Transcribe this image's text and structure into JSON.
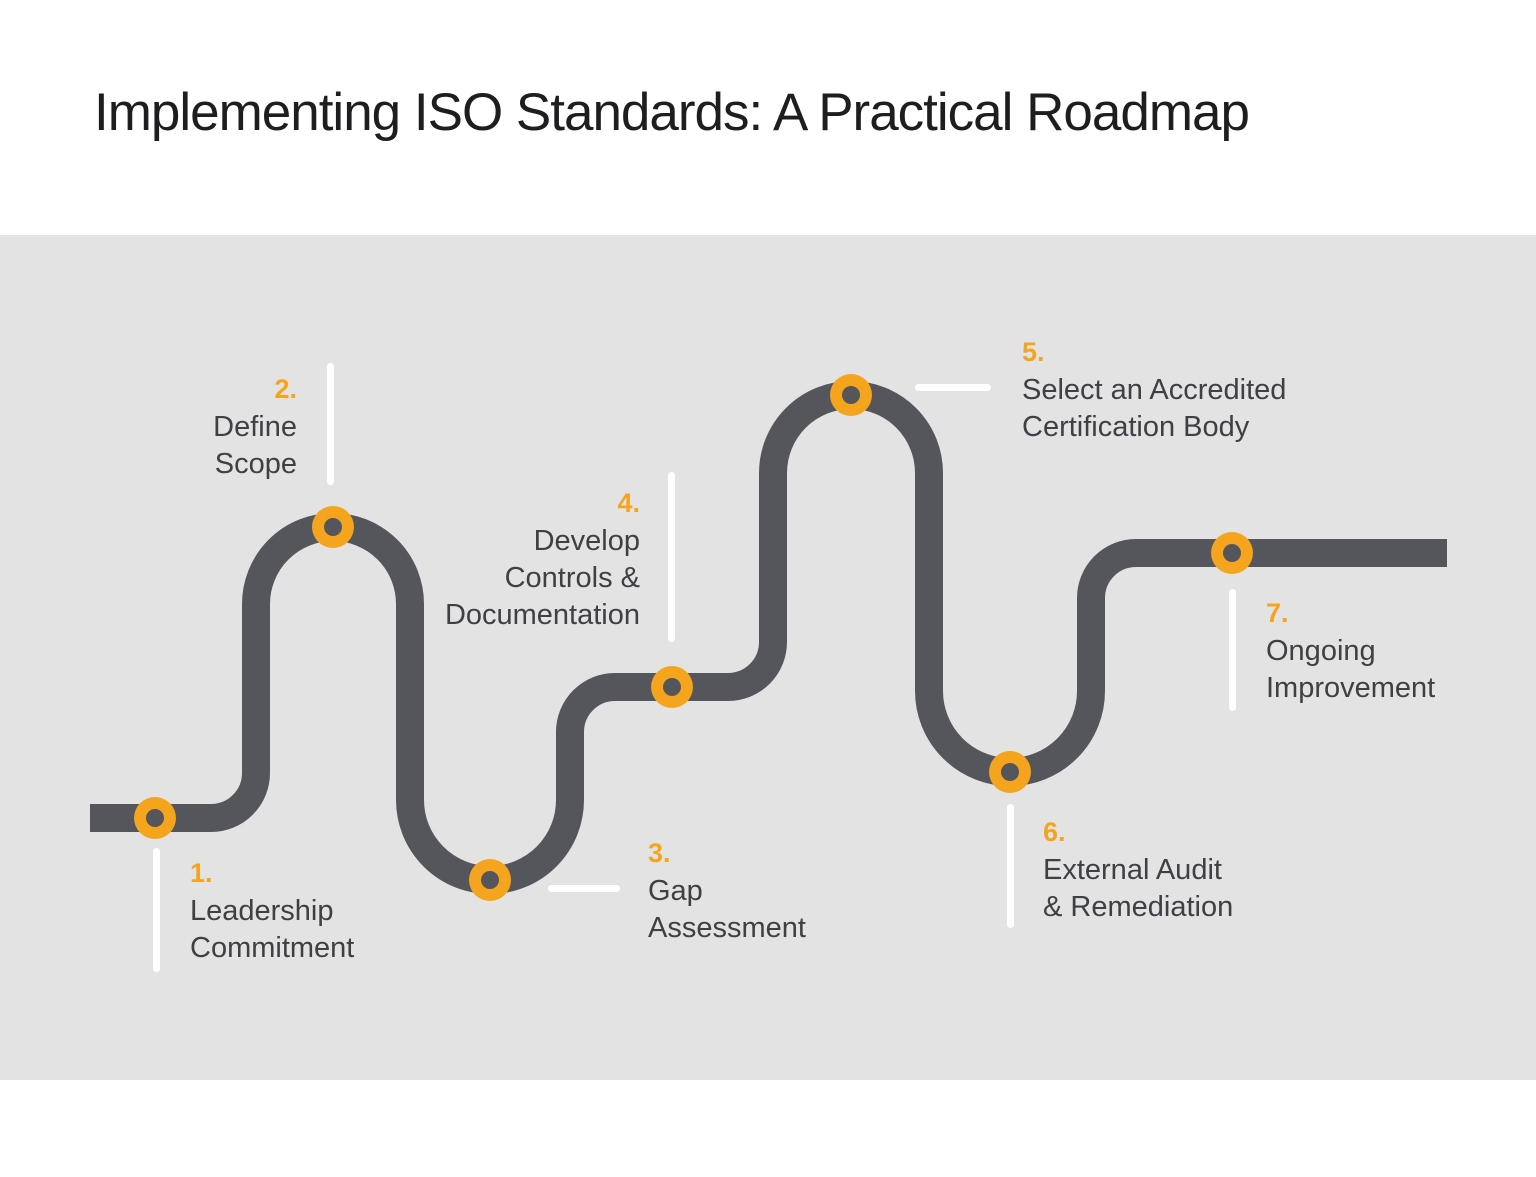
{
  "title": "Implementing ISO Standards: A Practical Roadmap",
  "colors": {
    "accent_orange": "#f5a41d",
    "road_gray": "#54565b",
    "panel_gray": "#e3e3e3",
    "text_dark": "#3e4044",
    "title_dark": "#1e1e20",
    "connector_white": "#ffffff"
  },
  "roadmap": {
    "steps": [
      {
        "number": "1.",
        "lines": [
          "Leadership",
          "Commitment"
        ]
      },
      {
        "number": "2.",
        "lines": [
          "Define",
          "Scope"
        ]
      },
      {
        "number": "3.",
        "lines": [
          "Gap",
          "Assessment"
        ]
      },
      {
        "number": "4.",
        "lines": [
          "Develop",
          "Controls &",
          "Documentation"
        ]
      },
      {
        "number": "5.",
        "lines": [
          "Select an Accredited",
          "Certification Body"
        ]
      },
      {
        "number": "6.",
        "lines": [
          "External Audit",
          "& Remediation"
        ]
      },
      {
        "number": "7.",
        "lines": [
          "Ongoing",
          "Improvement"
        ]
      }
    ]
  }
}
